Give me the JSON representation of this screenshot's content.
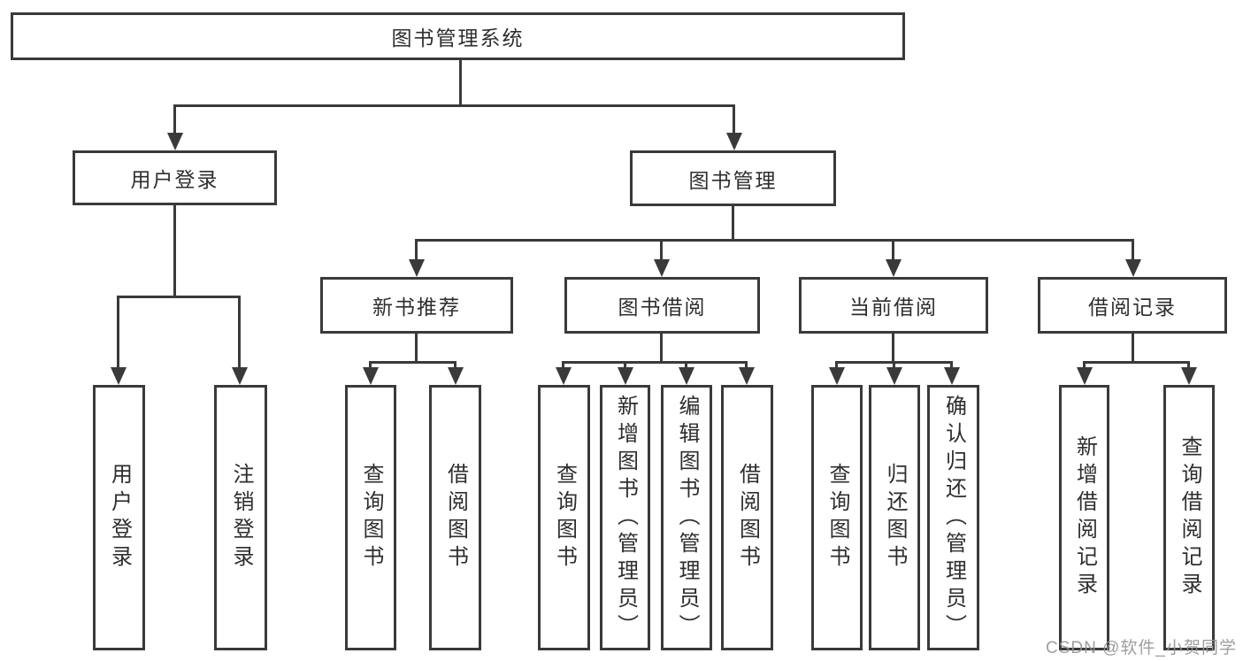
{
  "diagram": {
    "root": {
      "label": "图书管理系统"
    },
    "level2": [
      {
        "label": "用户登录"
      },
      {
        "label": "图书管理"
      }
    ],
    "level3": [
      {
        "label": "新书推荐"
      },
      {
        "label": "图书借阅"
      },
      {
        "label": "当前借阅"
      },
      {
        "label": "借阅记录"
      }
    ],
    "leaves": [
      {
        "label": "用户登录"
      },
      {
        "label": "注销登录"
      },
      {
        "label": "查询图书"
      },
      {
        "label": "借阅图书"
      },
      {
        "label": "查询图书"
      },
      {
        "label": "新增图书（管理员）"
      },
      {
        "label": "编辑图书（管理员）"
      },
      {
        "label": "借阅图书"
      },
      {
        "label": "查询图书"
      },
      {
        "label": "归还图书"
      },
      {
        "label": "确认归还（管理员）"
      },
      {
        "label": "新增借阅记录"
      },
      {
        "label": "查询借阅记录"
      }
    ]
  },
  "watermark": {
    "text": "CSDN @软件_小贺同学"
  },
  "colors": {
    "line": "#3a3a3a",
    "text": "#2e2e2e",
    "watermark": "#949494",
    "background": "#ffffff"
  }
}
